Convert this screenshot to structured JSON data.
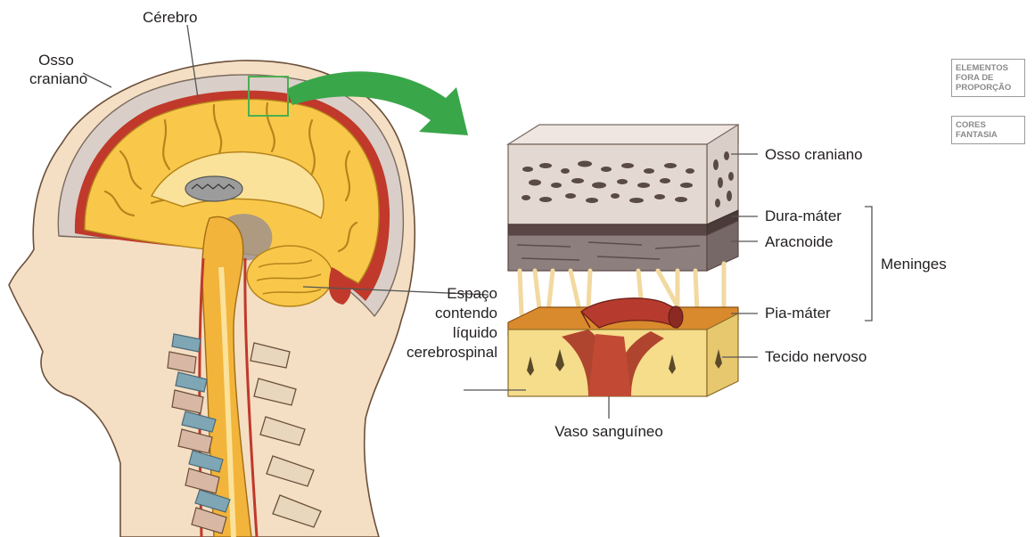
{
  "labels": {
    "cerebro": "Cérebro",
    "osso_craniano_left": [
      "Osso",
      "craniano"
    ],
    "espaco": [
      "Espaço",
      "contendo",
      "líquido",
      "cerebrospinal"
    ],
    "osso_craniano": "Osso craniano",
    "dura_mater": "Dura-máter",
    "aracnoide": "Aracnoide",
    "meninges": "Meninges",
    "pia_mater": "Pia-máter",
    "tecido_nervoso": "Tecido nervoso",
    "vaso_sanguineo": "Vaso sanguíneo"
  },
  "badges": {
    "proportion": [
      "ELEMENTOS",
      "FORA DE",
      "PROPORÇÃO"
    ],
    "colors": [
      "CORES",
      "FANTASIA"
    ]
  },
  "colors": {
    "skin": "#f4dfc4",
    "brain": "#f9c84a",
    "csf_red": "#c0392b",
    "bone_gray": "#d9cfc8",
    "arrow_green": "#3aa64a",
    "highlight_box": "#4caf50"
  }
}
